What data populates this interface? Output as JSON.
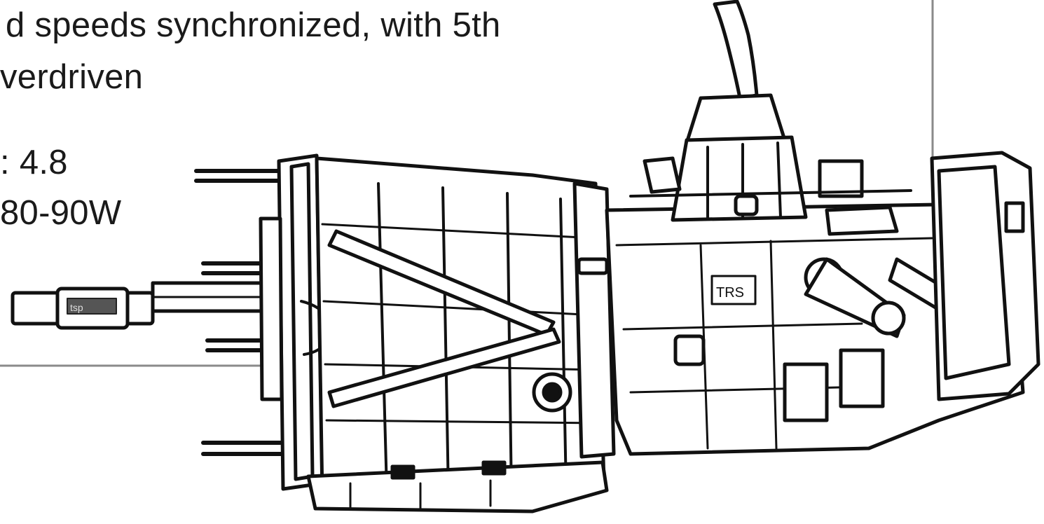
{
  "specs": {
    "line1": "d speeds synchronized, with 5th",
    "line2": "verdriven",
    "line3": ": 4.8",
    "line4": "80-90W"
  },
  "labels": {
    "casing_stamp": "TRS",
    "shaft_marking": "tsp"
  },
  "colors": {
    "ink": "#111111",
    "paper": "#ffffff",
    "callout_frame": "#8a8a8a",
    "shaft_band": "#555555"
  }
}
